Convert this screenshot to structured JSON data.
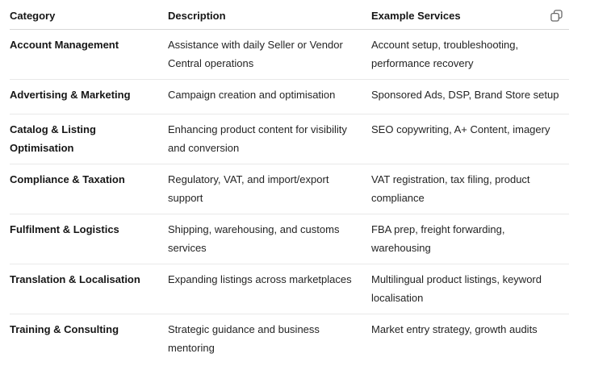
{
  "toolbar": {
    "copy_button": {
      "icon": "copy-icon"
    }
  },
  "colors": {
    "background": "#ffffff",
    "text_heading": "#161616",
    "text_body": "#242424",
    "divider": "#e9e9e9",
    "header_divider": "#d8d8d8",
    "icon": "#666666"
  },
  "table": {
    "columns": [
      {
        "label": "Category"
      },
      {
        "label": "Description"
      },
      {
        "label": "Example Services"
      }
    ],
    "rows": [
      {
        "category": [
          "Account Management"
        ],
        "description": [
          "Assistance with daily Seller or Vendor",
          "Central operations"
        ],
        "examples": [
          "Account setup, troubleshooting,",
          "performance recovery"
        ]
      },
      {
        "category": [
          "Advertising & Marketing"
        ],
        "description": [
          "Campaign creation and optimisation"
        ],
        "examples": [
          "Sponsored Ads, DSP, Brand Store setup"
        ]
      },
      {
        "category": [
          "Catalog & Listing",
          "Optimisation"
        ],
        "description": [
          "Enhancing product content for visibility",
          "and conversion"
        ],
        "examples": [
          "SEO copywriting, A+ Content, imagery"
        ]
      },
      {
        "category": [
          "Compliance & Taxation"
        ],
        "description": [
          "Regulatory, VAT, and import/export",
          "support"
        ],
        "examples": [
          "VAT registration, tax filing, product",
          "compliance"
        ]
      },
      {
        "category": [
          "Fulfilment & Logistics"
        ],
        "description": [
          "Shipping, warehousing, and customs",
          "services"
        ],
        "examples": [
          "FBA prep, freight forwarding, warehousing"
        ]
      },
      {
        "category": [
          "Translation & Localisation"
        ],
        "description": [
          "Expanding listings across marketplaces"
        ],
        "examples": [
          "Multilingual product listings, keyword",
          "localisation"
        ]
      },
      {
        "category": [
          "Training & Consulting"
        ],
        "description": [
          "Strategic guidance and business",
          "mentoring"
        ],
        "examples": [
          "Market entry strategy, growth audits"
        ]
      }
    ]
  }
}
